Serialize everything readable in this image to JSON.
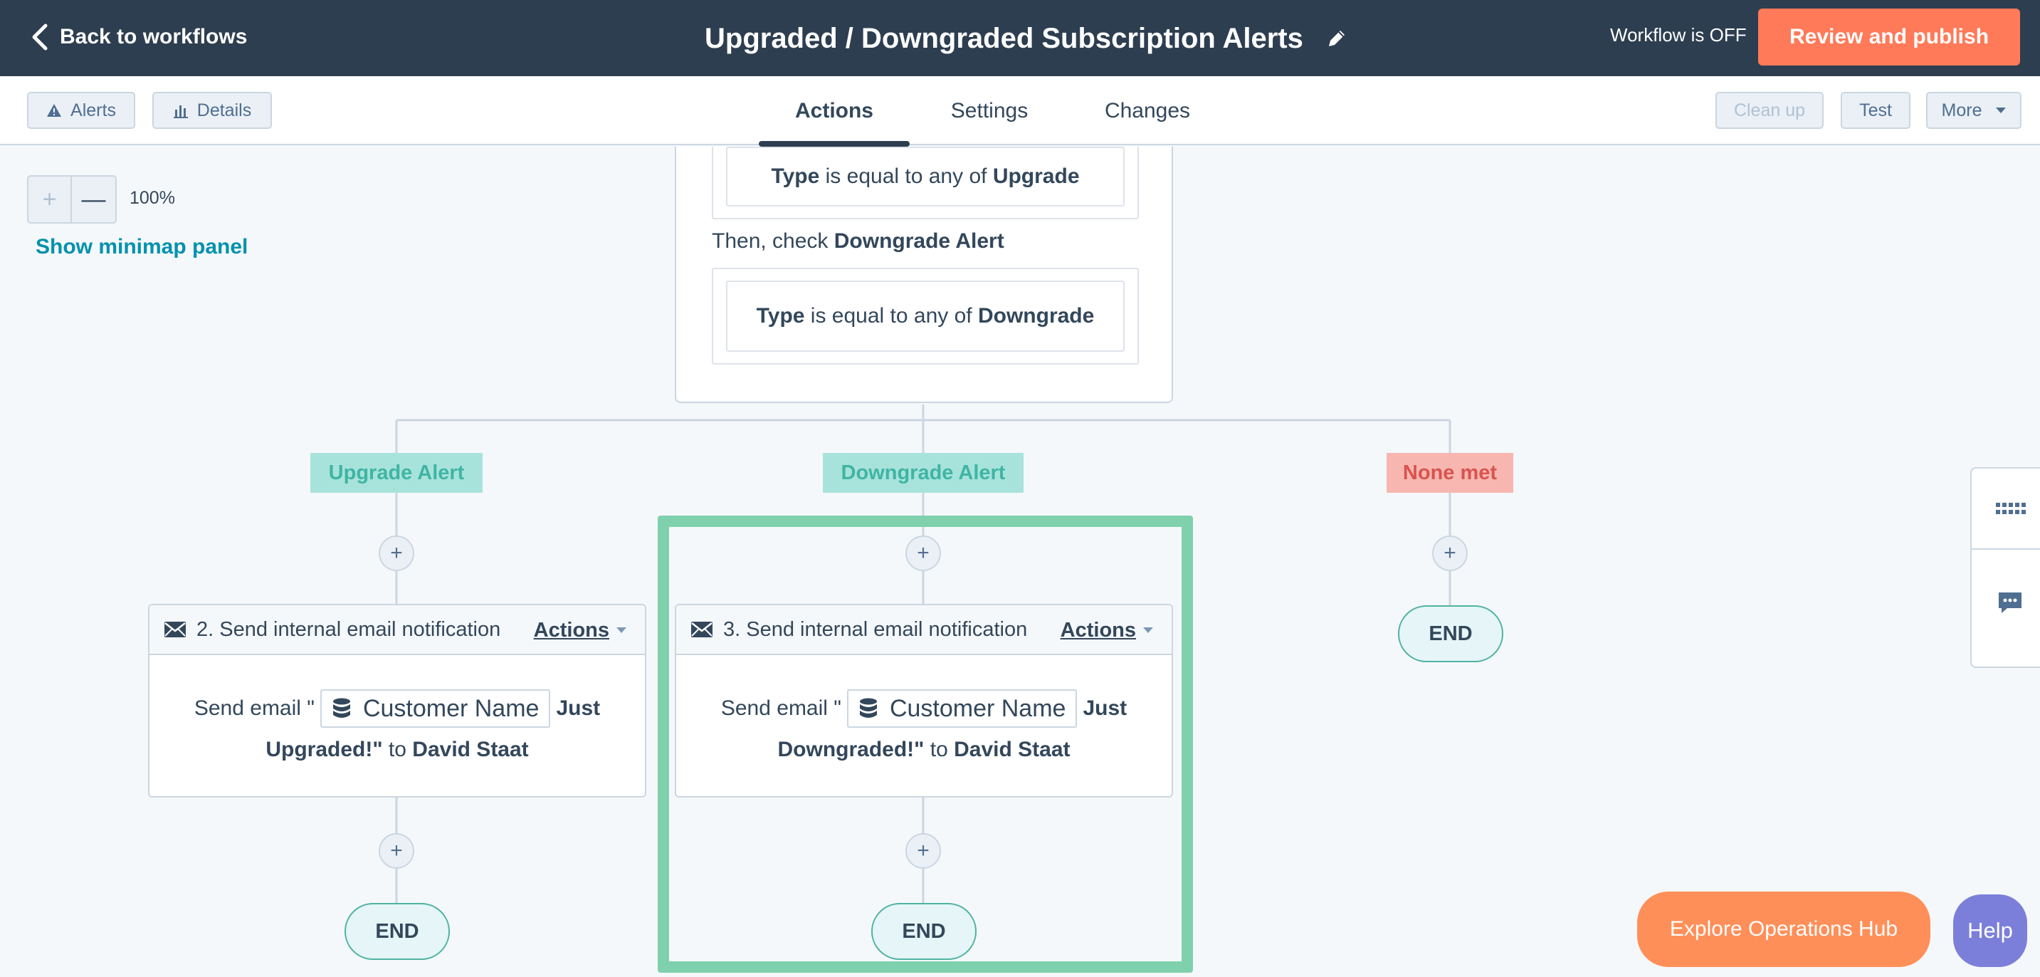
{
  "topbar": {
    "back_label": "Back to workflows",
    "title": "Upgraded / Downgraded Subscription Alerts",
    "status": "Workflow is OFF",
    "publish_label": "Review and publish"
  },
  "toolbar": {
    "alerts_label": "Alerts",
    "details_label": "Details",
    "tabs": [
      {
        "label": "Actions",
        "active": true
      },
      {
        "label": "Settings",
        "active": false
      },
      {
        "label": "Changes",
        "active": false
      }
    ],
    "cleanup_label": "Clean up",
    "test_label": "Test",
    "more_label": "More"
  },
  "canvas": {
    "zoom_level": "100%",
    "minimap_label": "Show minimap panel",
    "zoom_in_symbol": "+",
    "zoom_out_symbol": "—"
  },
  "branch_card": {
    "cond1": {
      "prop": "Type",
      "op": "is equal to any of",
      "value": "Upgrade"
    },
    "then_prefix": "Then, check",
    "then_branch": "Downgrade Alert",
    "cond2": {
      "prop": "Type",
      "op": "is equal to any of",
      "value": "Downgrade"
    }
  },
  "branches": [
    {
      "label": "Upgrade Alert",
      "type": "green"
    },
    {
      "label": "Downgrade Alert",
      "type": "green"
    },
    {
      "label": "None met",
      "type": "red"
    }
  ],
  "actions": [
    {
      "title": "2. Send internal email notification",
      "menu": "Actions",
      "send_prefix": "Send email \"",
      "token": "Customer Name",
      "subject_tail_1": "Just",
      "subject_tail_2": "Upgraded!\"",
      "to_word": "to",
      "recipient": "David Staat"
    },
    {
      "title": "3. Send internal email notification",
      "menu": "Actions",
      "send_prefix": "Send email \"",
      "token": "Customer Name",
      "subject_tail_1": "Just",
      "subject_tail_2": "Downgraded!\"",
      "to_word": "to",
      "recipient": "David Staat"
    }
  ],
  "end_label": "END",
  "plus_symbol": "+",
  "footer": {
    "explore_label": "Explore Operations Hub",
    "help_label": "Help"
  },
  "colors": {
    "topbar": "#2d3e50",
    "publish": "#ff7a59",
    "highlight": "#7fd1ae",
    "branch_green": "#a8e3db",
    "branch_red": "#f7b7b0",
    "explore": "#ff8f59",
    "help": "#7c7fd9"
  }
}
